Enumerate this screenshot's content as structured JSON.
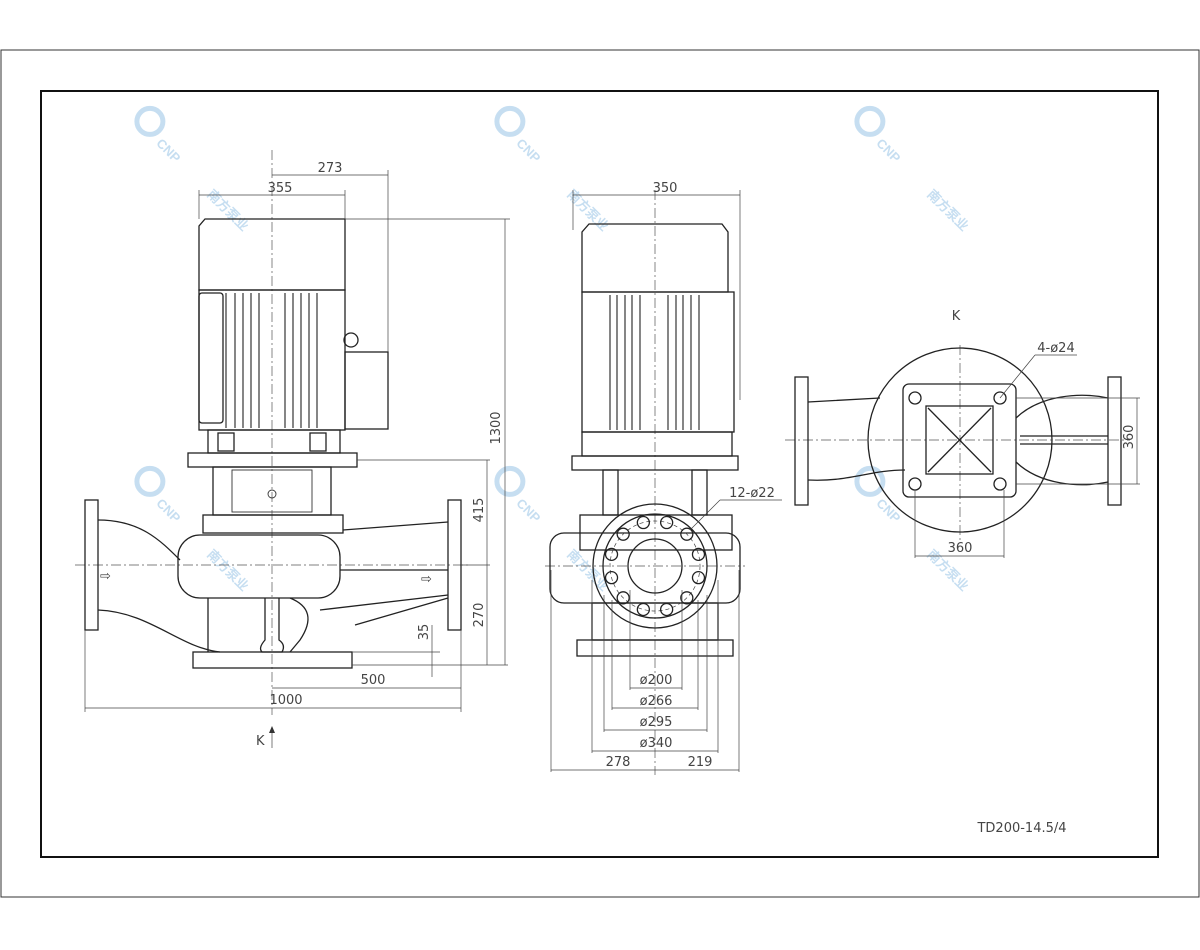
{
  "drawing": {
    "model": "TD200-14.5/4",
    "watermark": {
      "logo": "CNP",
      "text": "南方泵业"
    },
    "front_view": {
      "dims": {
        "d273": "273",
        "d355": "355",
        "d1300": "1300",
        "d415": "415",
        "d270": "270",
        "d35": "35",
        "d500": "500",
        "d1000": "1000"
      },
      "view_arrow": "K"
    },
    "side_view": {
      "dims": {
        "d350": "350",
        "d200": "ø200",
        "d266": "ø266",
        "d295": "ø295",
        "d340": "ø340",
        "d278": "278",
        "d219": "219"
      },
      "bolt_callout": "12-ø22"
    },
    "k_view": {
      "label": "K",
      "bolt_callout": "4-ø24",
      "dims": {
        "w360": "360",
        "h360": "360"
      }
    }
  },
  "colors": {
    "line": "#222222",
    "watermark": "#bcd9ef"
  }
}
